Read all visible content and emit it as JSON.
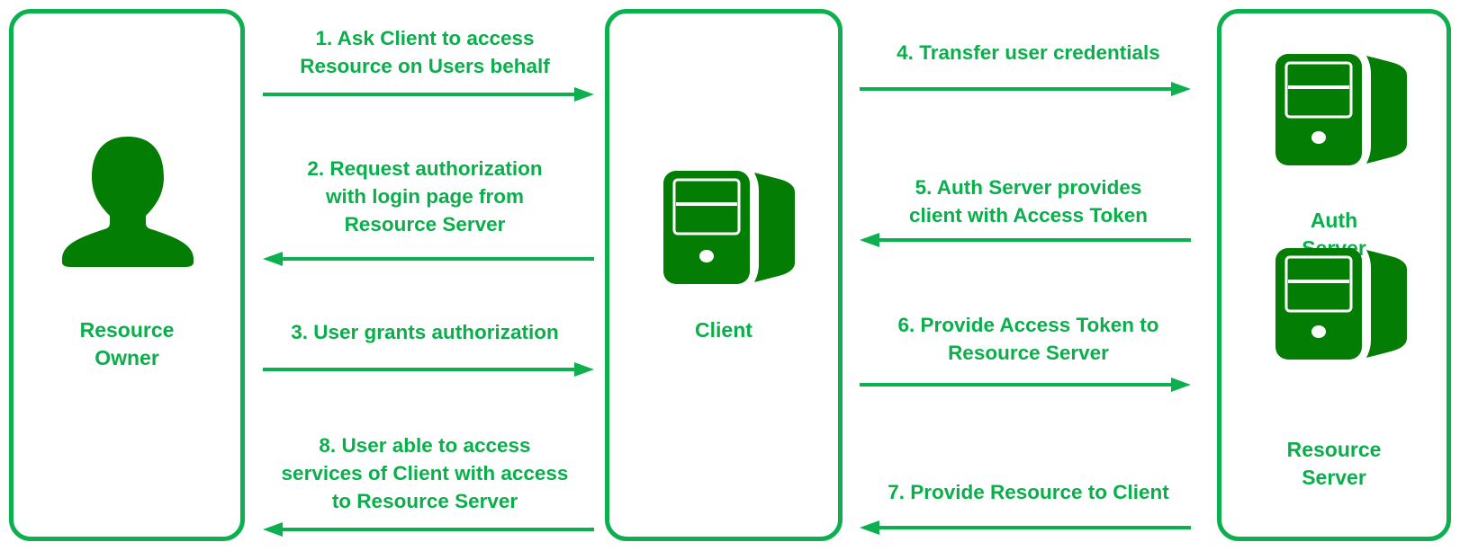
{
  "diagram": {
    "title": "OAuth authorization flow",
    "colors": {
      "border": "#0cb04f",
      "text": "#0aae4a",
      "icon": "#037d03",
      "arrow": "#0cb04f"
    },
    "actors": {
      "owner": {
        "label": "Resource\nOwner",
        "icon": "user-silhouette-icon"
      },
      "client": {
        "label": "Client",
        "icon": "server-icon"
      },
      "auth_server": {
        "label": "Auth\nServer",
        "icon": "server-icon"
      },
      "resource_server": {
        "label": "Resource\nServer",
        "icon": "server-icon"
      }
    },
    "steps": [
      {
        "n": 1,
        "text": "1. Ask Client to access\nResource on Users behalf",
        "from": "Resource Owner",
        "to": "Client",
        "direction": "right"
      },
      {
        "n": 2,
        "text": "2. Request authorization\nwith login page from\nResource Server",
        "from": "Client",
        "to": "Resource Owner",
        "direction": "left"
      },
      {
        "n": 3,
        "text": "3. User grants authorization",
        "from": "Resource Owner",
        "to": "Client",
        "direction": "right"
      },
      {
        "n": 8,
        "text": "8. User able to access\nservices of Client with access\nto Resource Server",
        "from": "Client",
        "to": "Resource Owner",
        "direction": "left"
      },
      {
        "n": 4,
        "text": "4. Transfer user credentials",
        "from": "Client",
        "to": "Auth Server",
        "direction": "right"
      },
      {
        "n": 5,
        "text": "5. Auth Server provides\nclient with Access Token",
        "from": "Auth Server",
        "to": "Client",
        "direction": "left"
      },
      {
        "n": 6,
        "text": "6. Provide Access Token to\nResource Server",
        "from": "Client",
        "to": "Resource Server",
        "direction": "right"
      },
      {
        "n": 7,
        "text": "7. Provide Resource to Client",
        "from": "Resource Server",
        "to": "Client",
        "direction": "left"
      }
    ]
  }
}
